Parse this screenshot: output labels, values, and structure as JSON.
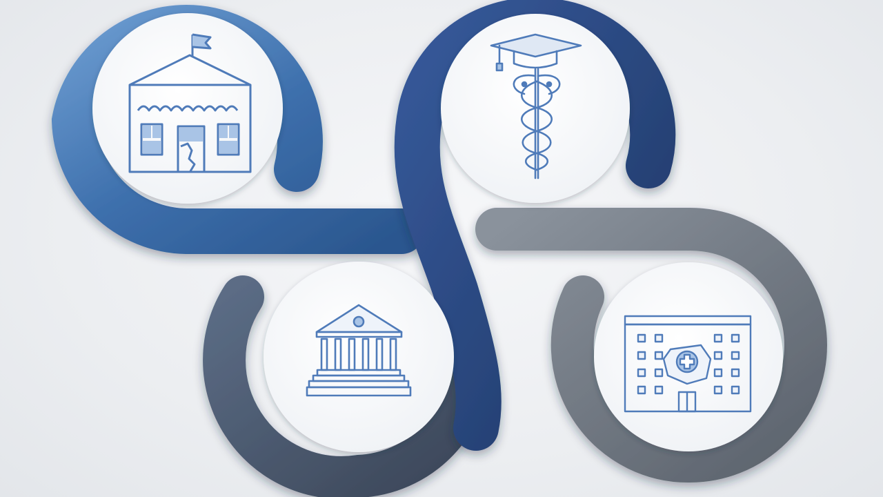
{
  "diagram": {
    "colors": {
      "background": "#eceef1",
      "band_blue_light": "#4f84bd",
      "band_blue_mid": "#2f5e99",
      "band_navy": "#243f72",
      "band_slate": "#4a5568",
      "band_gray": "#6b7480",
      "circle_fill": "#f5f7fa",
      "icon_stroke": "#4f7bb9",
      "icon_fill": "#a9c4e6"
    },
    "nodes": [
      {
        "id": "school",
        "icon": "school-building-icon"
      },
      {
        "id": "medical-education",
        "icon": "caduceus-graduation-cap-icon"
      },
      {
        "id": "government",
        "icon": "classical-building-icon"
      },
      {
        "id": "hospital",
        "icon": "hospital-building-icon"
      }
    ]
  }
}
